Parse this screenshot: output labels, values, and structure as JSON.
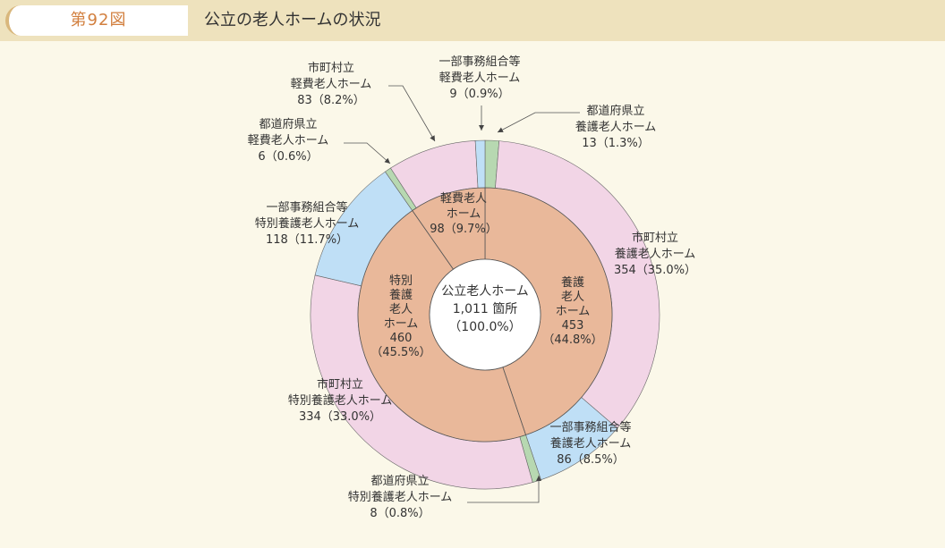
{
  "header": {
    "figure_number": "第92図",
    "title": "公立の老人ホームの状況"
  },
  "colors": {
    "inner": "#e9b89a",
    "pink": "#f2d5e6",
    "blue": "#bfdff6",
    "green": "#b7d8b1",
    "header_bg": "#eee2bd",
    "page_bg": "#fbf8e9"
  },
  "chart_data": {
    "type": "pie",
    "style": "two-level donut",
    "center_label": {
      "lines": [
        "公立老人ホーム",
        "1,011 箇所",
        "（100.0%）"
      ],
      "total": 1011
    },
    "inner": [
      {
        "lines": [
          "養護",
          "老人",
          "ホーム",
          "453",
          "（44.8%）"
        ],
        "value": 453,
        "percent": 44.8,
        "color": "inner"
      },
      {
        "lines": [
          "特別",
          "養護",
          "老人",
          "ホーム",
          "460",
          "（45.5%）"
        ],
        "value": 460,
        "percent": 45.5,
        "color": "inner"
      },
      {
        "lines": [
          "軽費老人",
          "ホーム",
          "98（9.7%）"
        ],
        "value": 98,
        "percent": 9.7,
        "color": "inner"
      }
    ],
    "outer": [
      {
        "lines": [
          "都道府県立",
          "養護老人ホーム",
          "13（1.3%）"
        ],
        "value": 13,
        "percent": 1.3,
        "color": "green"
      },
      {
        "lines": [
          "市町村立",
          "養護老人ホーム",
          "354（35.0%）"
        ],
        "value": 354,
        "percent": 35.0,
        "color": "pink"
      },
      {
        "lines": [
          "一部事務組合等",
          "養護老人ホーム",
          "86（8.5%）"
        ],
        "value": 86,
        "percent": 8.5,
        "color": "blue"
      },
      {
        "lines": [
          "都道府県立",
          "特別養護老人ホーム",
          "8（0.8%）"
        ],
        "value": 8,
        "percent": 0.8,
        "color": "green"
      },
      {
        "lines": [
          "市町村立",
          "特別養護老人ホーム",
          "334（33.0%）"
        ],
        "value": 334,
        "percent": 33.0,
        "color": "pink"
      },
      {
        "lines": [
          "一部事務組合等",
          "特別養護老人ホーム",
          "118（11.7%）"
        ],
        "value": 118,
        "percent": 11.7,
        "color": "blue"
      },
      {
        "lines": [
          "都道府県立",
          "軽費老人ホーム",
          "6（0.6%）"
        ],
        "value": 6,
        "percent": 0.6,
        "color": "green"
      },
      {
        "lines": [
          "市町村立",
          "軽費老人ホーム",
          "83（8.2%）"
        ],
        "value": 83,
        "percent": 8.2,
        "color": "pink"
      },
      {
        "lines": [
          "一部事務組合等",
          "軽費老人ホーム",
          "9（0.9%）"
        ],
        "value": 9,
        "percent": 0.9,
        "color": "blue"
      }
    ]
  }
}
